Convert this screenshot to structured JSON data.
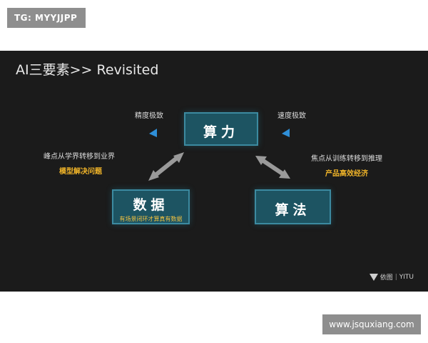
{
  "watermark_top": "TG: MYYJJPP",
  "watermark_bottom": "www.jsquxiang.com",
  "slide": {
    "title": "AI三要素>> Revisited",
    "nodes": {
      "compute": {
        "label": "算力"
      },
      "data": {
        "label": "数据",
        "sub": "有场景闭环才算真有数据"
      },
      "algorithm": {
        "label": "算法"
      }
    },
    "captions": {
      "accuracy": "精度极致",
      "speed": "速度极致",
      "left_shift": "峰点从学界转移到业界",
      "left_highlight": "模型解决问题",
      "right_shift": "焦点从训练转移到推理",
      "right_highlight": "产品高效经济"
    },
    "logo": {
      "name": "依图",
      "latin": "YITU",
      "separator": "|"
    }
  },
  "colors": {
    "node_fill": "#1d5462",
    "node_border": "#3c8aa0",
    "accent_blue": "#2f8fd8",
    "highlight_yellow": "#f0b429",
    "arrow_gray": "#9a9a9a"
  }
}
